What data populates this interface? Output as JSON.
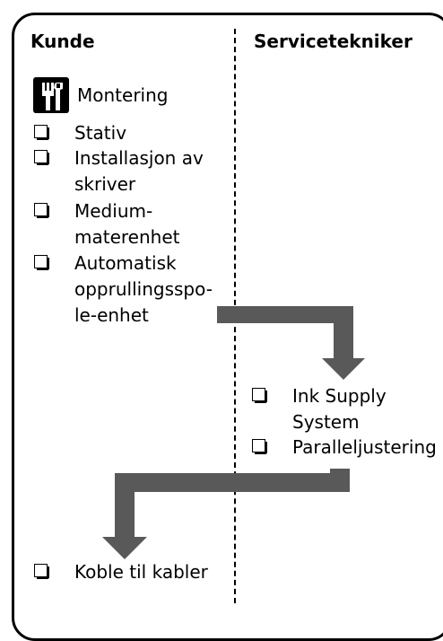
{
  "columns": {
    "customer": "Kunde",
    "technician": "Servicetekniker"
  },
  "customer_section": {
    "icon": "tools-icon",
    "title": "Montering",
    "items": [
      "Stativ",
      "Installasjon av\nskriver",
      "Medium-\nmaterenhet",
      "Automatisk\nopprullingsspo-\nle-enhet"
    ]
  },
  "technician_items": [
    "Ink Supply\nSystem",
    "Paralleljustering"
  ],
  "final_item": "Koble til kabler",
  "colors": {
    "arrow": "#595959",
    "text": "#000000"
  }
}
